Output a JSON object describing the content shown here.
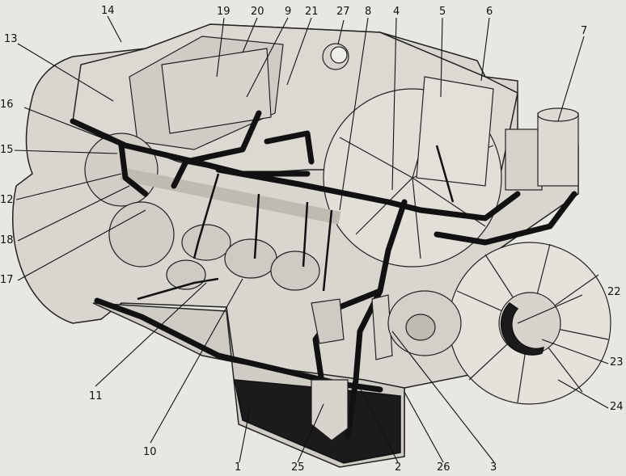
{
  "labels": [
    {
      "id": "1",
      "text": "1"
    },
    {
      "id": "2",
      "text": "2"
    },
    {
      "id": "3",
      "text": "3"
    },
    {
      "id": "4",
      "text": "4"
    },
    {
      "id": "5",
      "text": "5"
    },
    {
      "id": "6",
      "text": "6"
    },
    {
      "id": "7",
      "text": "7"
    },
    {
      "id": "8",
      "text": "8"
    },
    {
      "id": "9",
      "text": "9"
    },
    {
      "id": "10",
      "text": "10"
    },
    {
      "id": "11",
      "text": "11"
    },
    {
      "id": "12",
      "text": "12"
    },
    {
      "id": "13",
      "text": "13"
    },
    {
      "id": "14",
      "text": "14"
    },
    {
      "id": "15",
      "text": "15"
    },
    {
      "id": "16",
      "text": "16"
    },
    {
      "id": "17",
      "text": "17"
    },
    {
      "id": "18",
      "text": "18"
    },
    {
      "id": "19",
      "text": "19"
    },
    {
      "id": "20",
      "text": "20"
    },
    {
      "id": "21",
      "text": "21"
    },
    {
      "id": "22",
      "text": "22"
    },
    {
      "id": "23",
      "text": "23"
    },
    {
      "id": "24",
      "text": "24"
    },
    {
      "id": "25",
      "text": "25"
    },
    {
      "id": "26",
      "text": "26"
    },
    {
      "id": "27",
      "text": "27"
    }
  ]
}
